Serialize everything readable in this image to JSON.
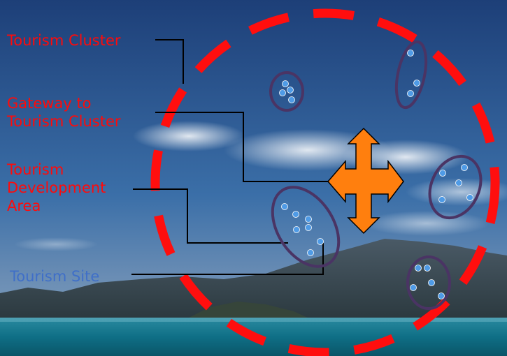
{
  "colors": {
    "sky_top": "#1d3f78",
    "sky_mid": "#3b6fa8",
    "sea": "#0f6f86",
    "mountain": "#3c4d55",
    "cluster_boundary": "#ff0e0e",
    "label_red": "#ff0a0a",
    "label_blue": "#3f6fc8",
    "site_ellipse": "#4a3464",
    "site_dot": "#4f9be6",
    "gateway_arrow": "#ff7f0e",
    "leader_line": "#000000"
  },
  "labels": {
    "tourism_cluster": "Tourism Cluster",
    "gateway_line1": "Gateway to",
    "gateway_line2": "Tourism Cluster",
    "tda_line1": "Tourism",
    "tda_line2": "Development",
    "tda_line3": "Area",
    "tourism_site": "Tourism Site"
  },
  "icons": {
    "gateway": "four-way-arrow-icon",
    "site": "dot-icon"
  }
}
